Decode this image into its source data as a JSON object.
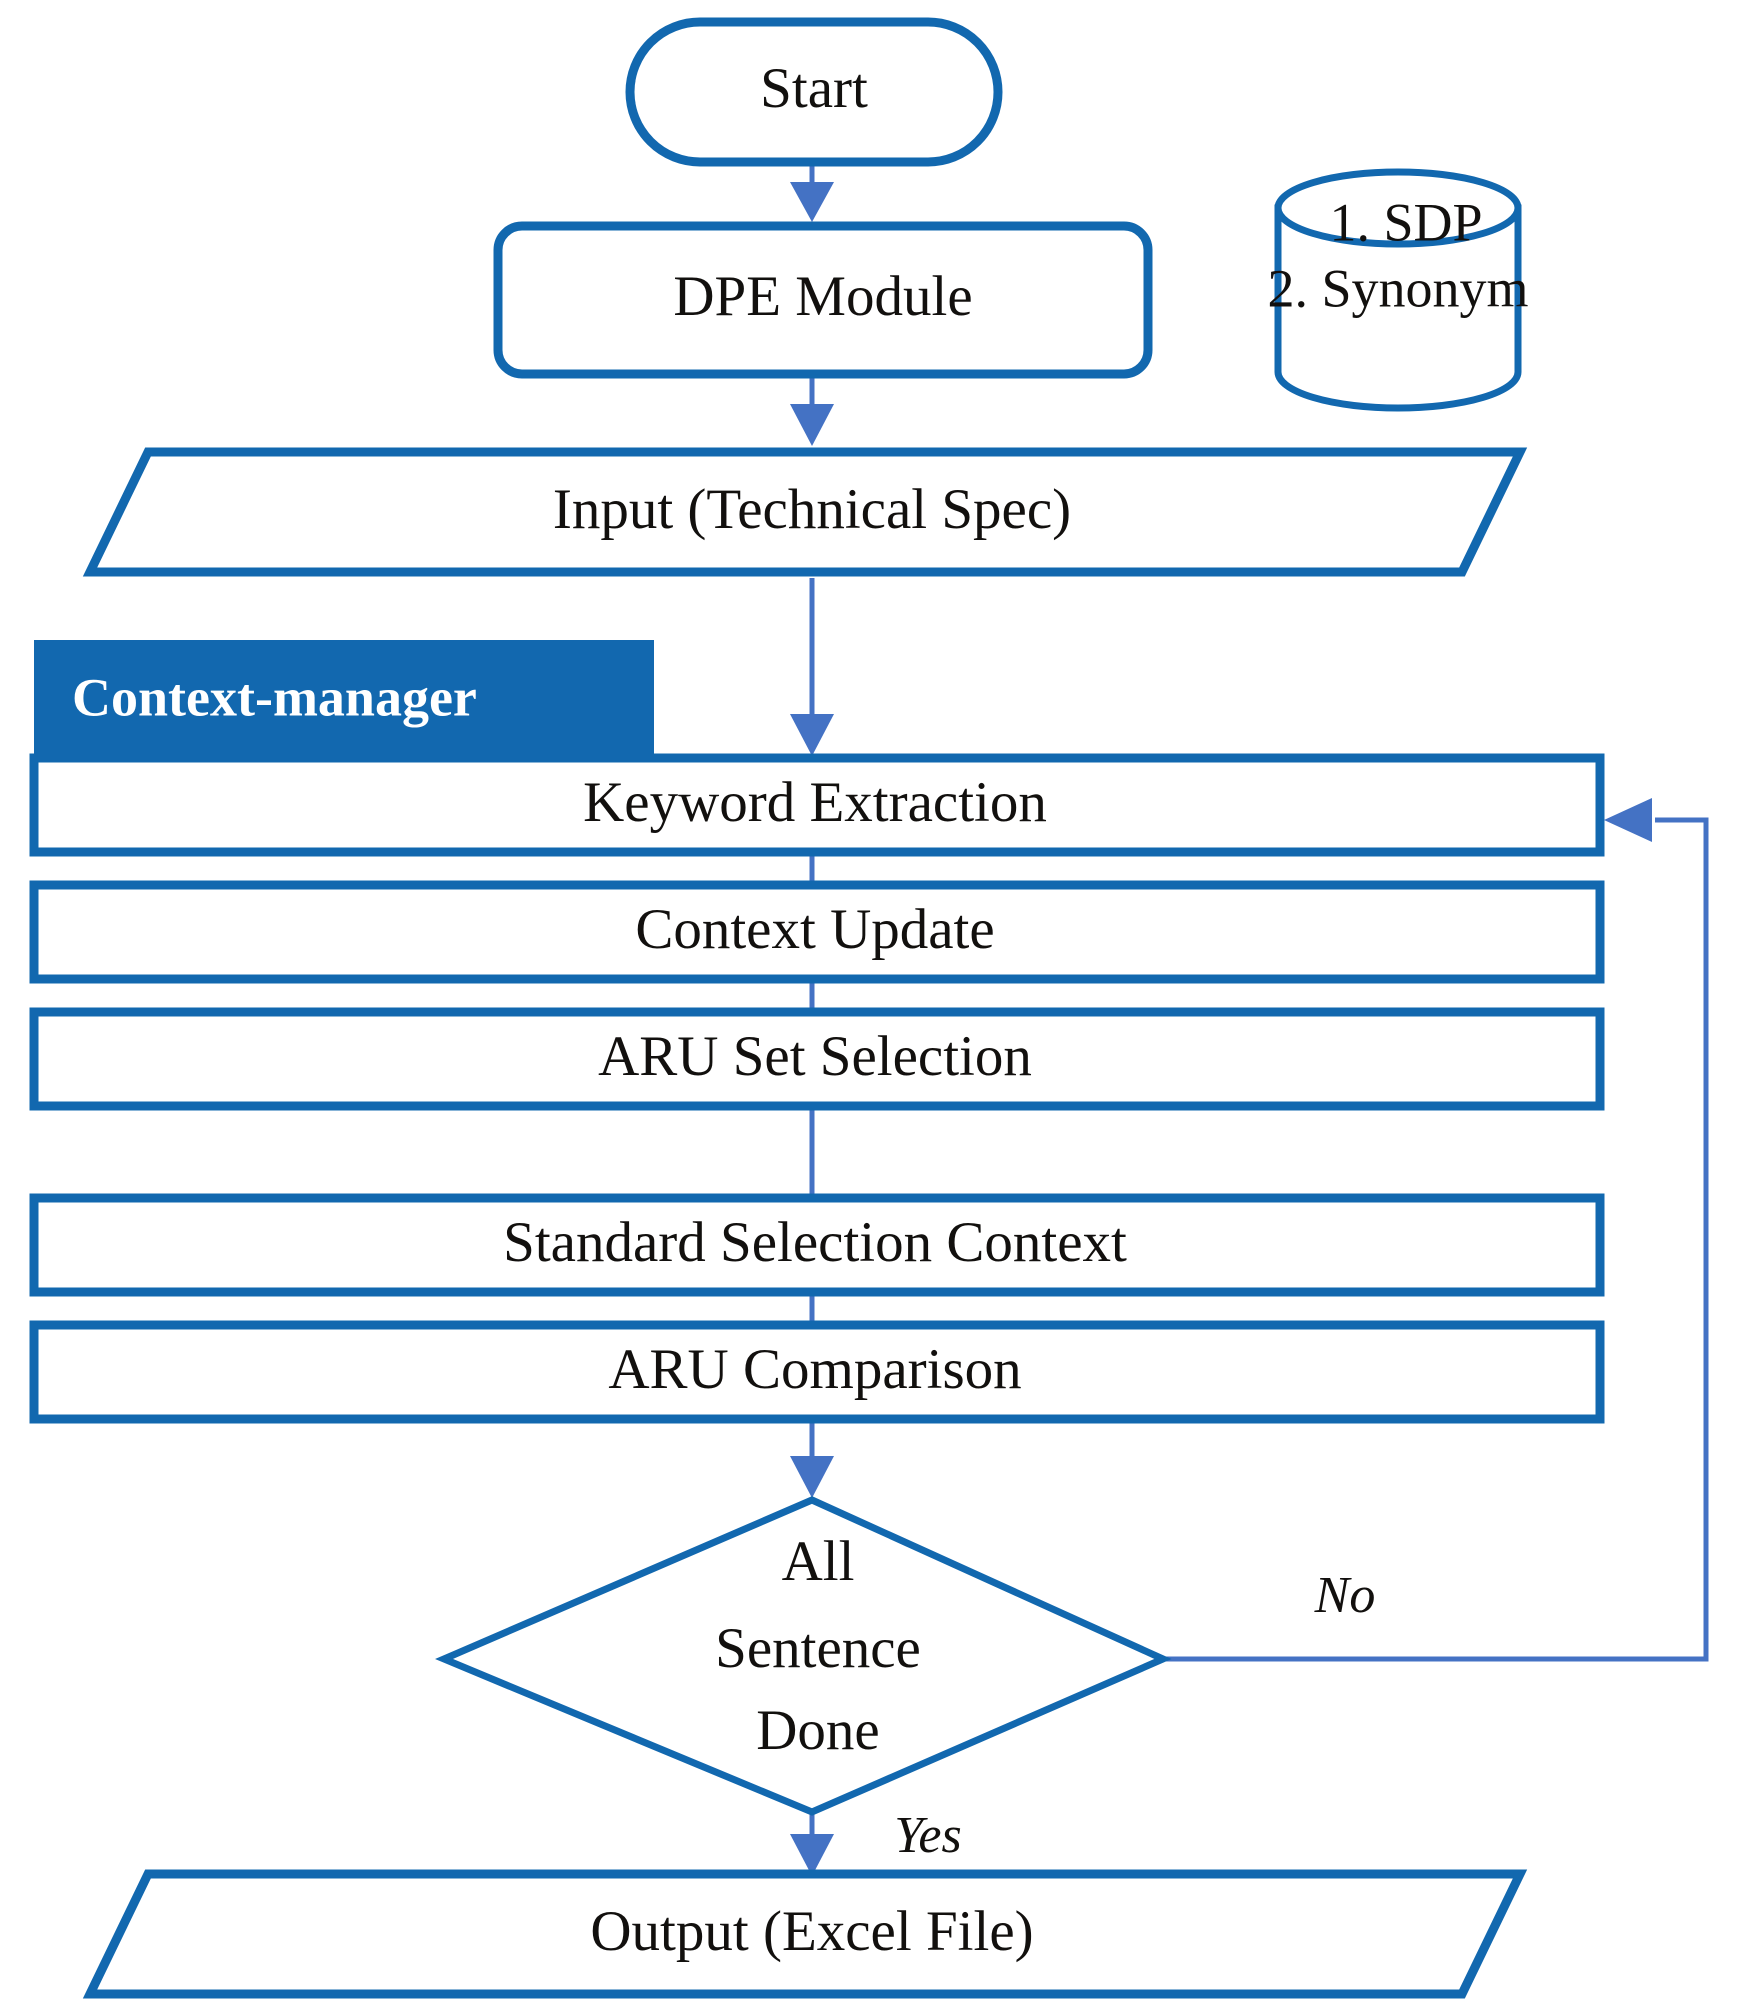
{
  "diagram": {
    "title": "Context-manager flowchart",
    "colors": {
      "shape_stroke": "#1268AF",
      "connector": "#4472C4",
      "group_header_bg": "#1268AF",
      "group_header_text": "#FFFFFF",
      "label_text": "#12100E",
      "shape_fill": "#FFFFFF"
    },
    "terminator": {
      "start_label": "Start"
    },
    "process_top": {
      "dpe_label": "DPE Module"
    },
    "datastore": {
      "line1": "1. SDP",
      "line2": "2. Synonym"
    },
    "io": {
      "input_label": "Input (Technical Spec)",
      "output_label": "Output (Excel File)"
    },
    "group": {
      "header_label": "Context-manager",
      "steps": [
        {
          "label": "Keyword Extraction"
        },
        {
          "label": "Context Update"
        },
        {
          "label": "ARU Set Selection"
        },
        {
          "label": "Standard Selection Context"
        },
        {
          "label": "ARU Comparison"
        }
      ]
    },
    "decision": {
      "line1": "All",
      "line2": "Sentence",
      "line3": "Done",
      "branch_no": "No",
      "branch_yes": "Yes"
    }
  }
}
